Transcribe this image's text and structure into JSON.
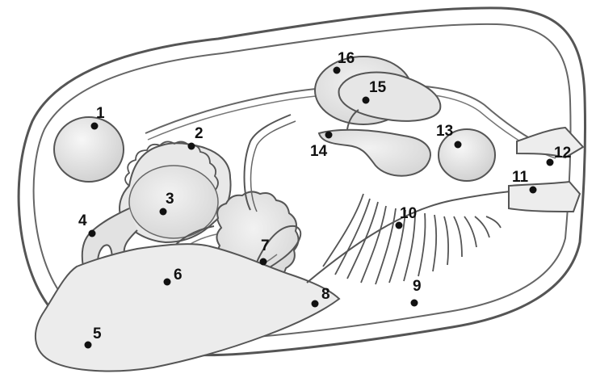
{
  "diagram": {
    "labels": [
      {
        "id": "1",
        "text": "1"
      },
      {
        "id": "2",
        "text": "2"
      },
      {
        "id": "3",
        "text": "3"
      },
      {
        "id": "4",
        "text": "4"
      },
      {
        "id": "5",
        "text": "5"
      },
      {
        "id": "6",
        "text": "6"
      },
      {
        "id": "7",
        "text": "7"
      },
      {
        "id": "8",
        "text": "8"
      },
      {
        "id": "9",
        "text": "9"
      },
      {
        "id": "10",
        "text": "10"
      },
      {
        "id": "11",
        "text": "11"
      },
      {
        "id": "12",
        "text": "12"
      },
      {
        "id": "13",
        "text": "13"
      },
      {
        "id": "14",
        "text": "14"
      },
      {
        "id": "15",
        "text": "15"
      },
      {
        "id": "16",
        "text": "16"
      }
    ],
    "colors": {
      "fill": "#e6e6e6",
      "fill_light": "#efefef",
      "stroke": "#555555",
      "dot": "#111111"
    }
  }
}
